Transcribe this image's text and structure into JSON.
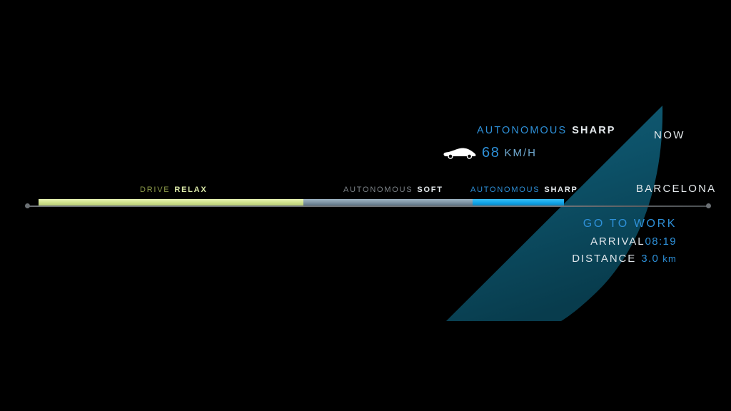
{
  "theme": {
    "background": "#000000",
    "accent_blue": "#2e90d8",
    "accent_cyan": "#12a5e8",
    "accent_lime": "#cfe08d",
    "wedge_teal": "#0d5269",
    "text_light": "#e4e9ec",
    "text_dim": "#7c8287"
  },
  "status": {
    "mode_primary": "AUTONOMOUS",
    "mode_secondary": "SHARP",
    "car_icon": "car-side-icon",
    "speed_value": "68",
    "speed_unit": "KM/H"
  },
  "clock": {
    "now_label": "NOW"
  },
  "location": {
    "city": "BARCELONA"
  },
  "slider": {
    "segments": [
      {
        "id": "relax",
        "label_primary": "DRIVE",
        "label_secondary": "RELAX",
        "color": "#cfe08d",
        "active": false
      },
      {
        "id": "soft",
        "label_primary": "AUTONOMOUS",
        "label_secondary": "SOFT",
        "color": "#7e93a3",
        "active": false
      },
      {
        "id": "sharp",
        "label_primary": "AUTONOMOUS",
        "label_secondary": "SHARP",
        "color": "#12a5e8",
        "active": true
      }
    ]
  },
  "trip": {
    "destination": "GO TO WORK",
    "arrival_label": "ARRIVAL",
    "arrival_value": "08:19",
    "distance_label": "DISTANCE",
    "distance_value": "3.0",
    "distance_unit": "km"
  }
}
